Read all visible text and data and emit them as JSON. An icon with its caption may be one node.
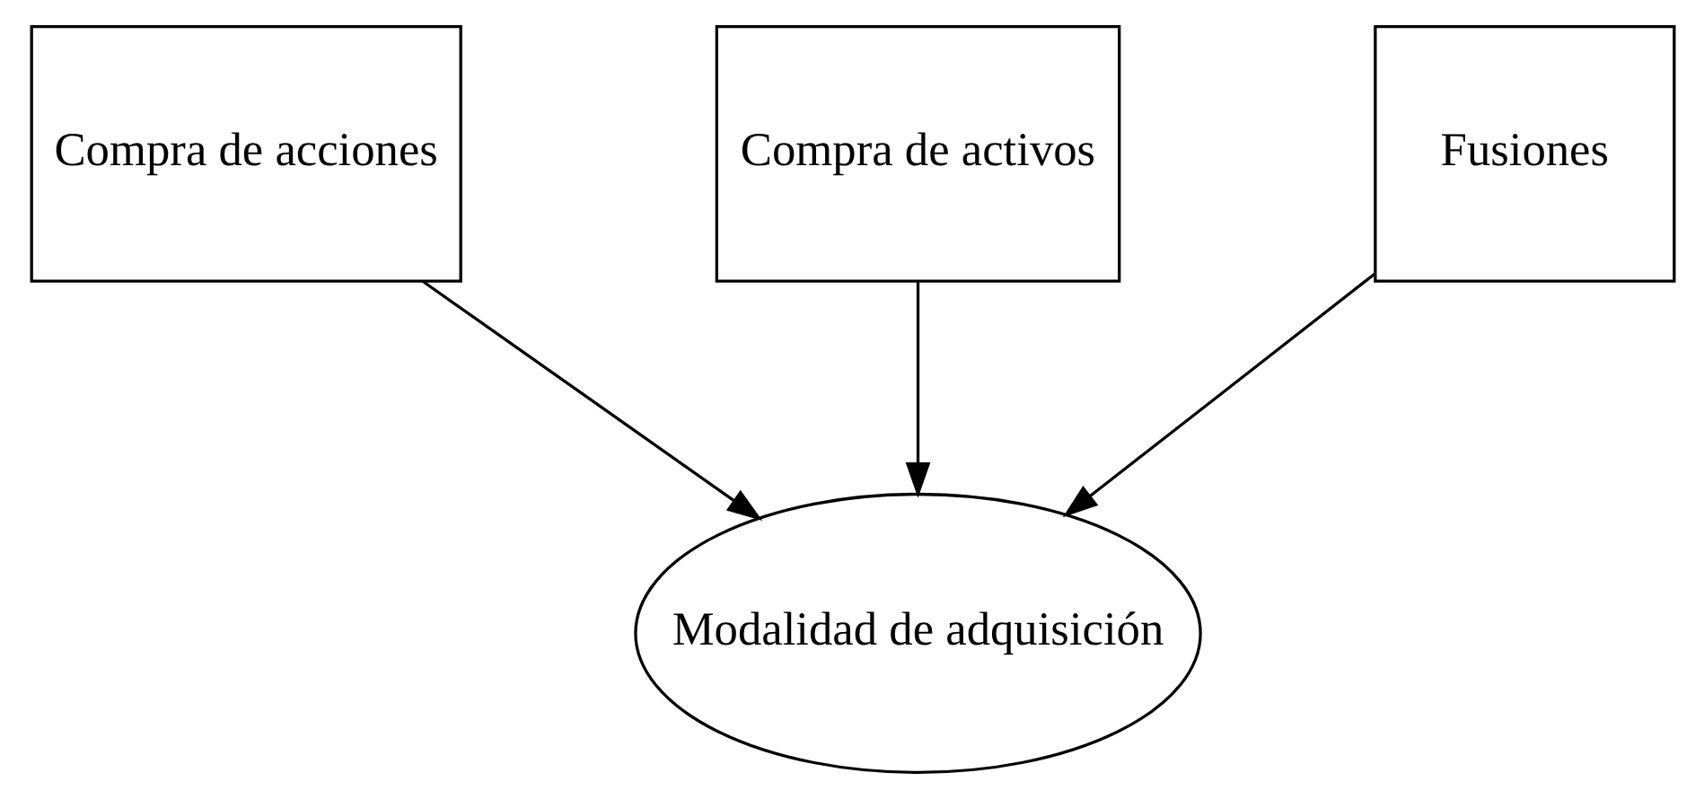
{
  "diagram": {
    "nodes": [
      {
        "text": [
          "Compra de acciones"
        ]
      },
      {
        "text": [
          "Compra de activos"
        ]
      },
      {
        "text": [
          "Fusiones"
        ]
      },
      {
        "text": [
          "Modalidad de adquisición"
        ]
      }
    ],
    "edges": [
      {
        "from": 0,
        "to": 3,
        "arrow": "to"
      },
      {
        "from": 1,
        "to": 3,
        "arrow": "to"
      },
      {
        "from": 2,
        "to": 3,
        "arrow": "to"
      }
    ]
  }
}
